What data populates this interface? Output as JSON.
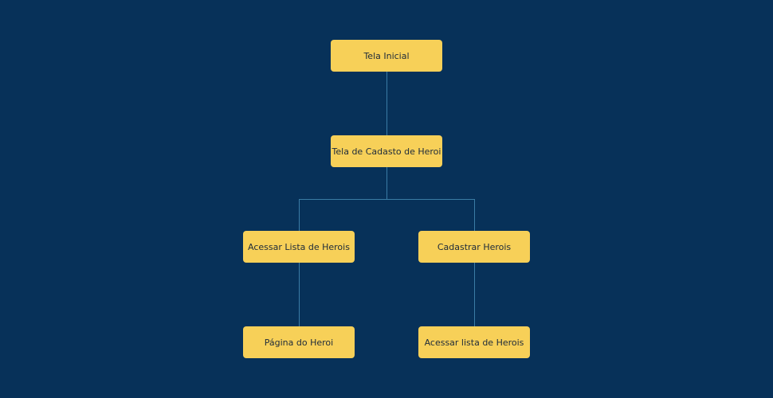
{
  "diagram": {
    "nodes": [
      {
        "id": "n1",
        "label": "Tela Inicial"
      },
      {
        "id": "n2",
        "label": "Tela de Cadasto de Heroi"
      },
      {
        "id": "n3",
        "label": "Acessar Lista de Herois"
      },
      {
        "id": "n4",
        "label": "Cadastrar Herois"
      },
      {
        "id": "n5",
        "label": "Página do Heroi"
      },
      {
        "id": "n6",
        "label": "Acessar lista de Herois"
      }
    ],
    "edges": [
      {
        "from": "n1",
        "to": "n2"
      },
      {
        "from": "n2",
        "to": "n3"
      },
      {
        "from": "n2",
        "to": "n4"
      },
      {
        "from": "n3",
        "to": "n5"
      },
      {
        "from": "n4",
        "to": "n6"
      }
    ]
  },
  "colors": {
    "background": "#073159",
    "node_fill": "#f7d058",
    "node_text": "#1d2a3a",
    "connector": "#3a7ca5"
  }
}
